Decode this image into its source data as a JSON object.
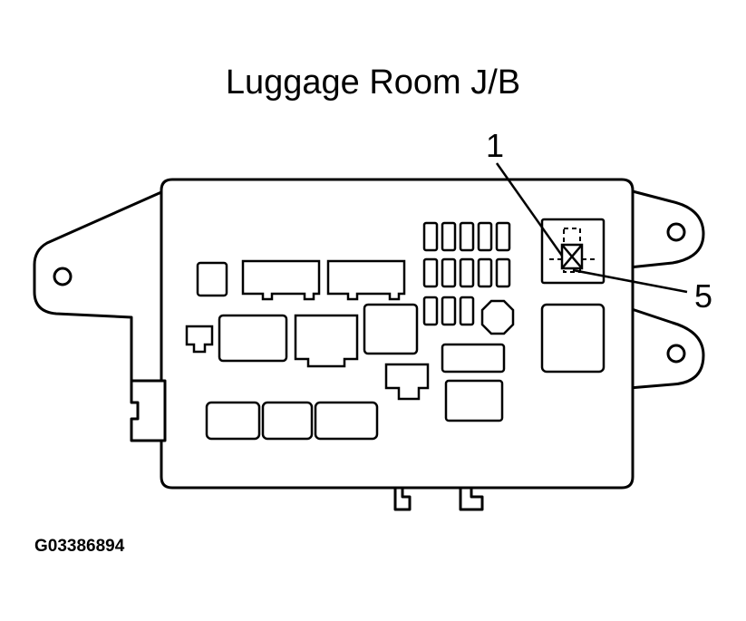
{
  "title": "Luggage Room J/B",
  "figure_id": "G03386894",
  "callouts": [
    {
      "label": "1"
    },
    {
      "label": "5"
    }
  ]
}
